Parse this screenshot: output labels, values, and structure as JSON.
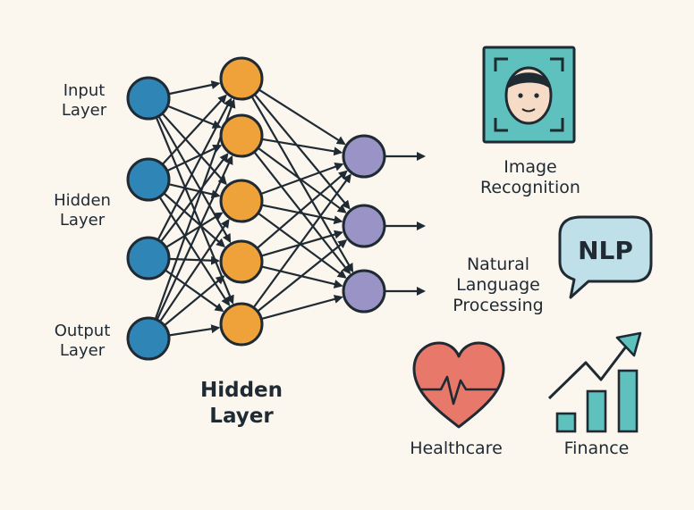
{
  "labels": {
    "input_layer": [
      "Input",
      "Layer"
    ],
    "hidden_layer_side": [
      "Hidden",
      "Layer"
    ],
    "output_layer": [
      "Output",
      "Layer"
    ],
    "hidden_layer_caption": [
      "Hidden",
      "Layer"
    ]
  },
  "applications": {
    "image_recognition": [
      "Image",
      "Recognition"
    ],
    "nlp": {
      "bubble_text": "NLP",
      "label": [
        "Natural",
        "Language",
        "Processing"
      ]
    },
    "healthcare": "Healthcare",
    "finance": "Finance"
  },
  "colors": {
    "background": "#fbf6ee",
    "input_node": "#2f86b6",
    "hidden_node": "#f0a23a",
    "output_node": "#9a93c6",
    "ink": "#1f2a33",
    "face_panel": "#5ec1bd",
    "nlp_bubble": "#bfe0e8",
    "heart": "#e7786a",
    "finance_bar": "#5ec1bd"
  },
  "icons": [
    "face-recognition-icon",
    "speech-bubble-icon",
    "heart-pulse-icon",
    "growth-chart-icon"
  ]
}
